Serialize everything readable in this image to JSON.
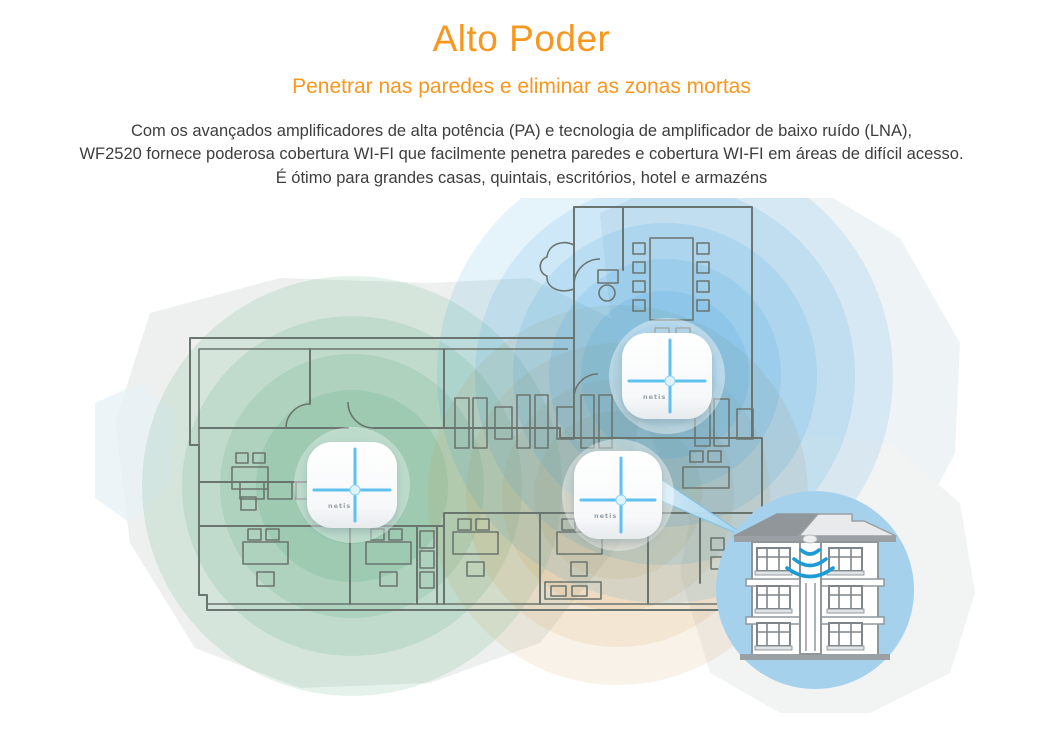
{
  "header": {
    "title": "Alto Poder",
    "subtitle": "Penetrar nas paredes e eliminar as zonas mortas"
  },
  "intro": {
    "line1": "Com os avançados amplificadores de alta potência (PA) e tecnologia de amplificador de baixo ruído (LNA),",
    "line2": "WF2520 fornece poderosa cobertura WI-FI que facilmente penetra paredes e cobertura WI-FI em áreas de difícil acesso.",
    "line3": "É ótimo para grandes casas, quintais, escritórios, hotel e armazéns"
  },
  "diagram": {
    "device_brand": "netis",
    "colors": {
      "heading_orange": "#f8971d",
      "coverage_green": "#339966",
      "coverage_blue": "#1e96dc",
      "coverage_orange": "#c89136",
      "callout_circle_blue": "#a6d1ed",
      "wifi_arc_blue": "#1e9ad6",
      "ap_cross_blue": "#5ec1f0",
      "floorplan_line": "#6b756f"
    }
  }
}
